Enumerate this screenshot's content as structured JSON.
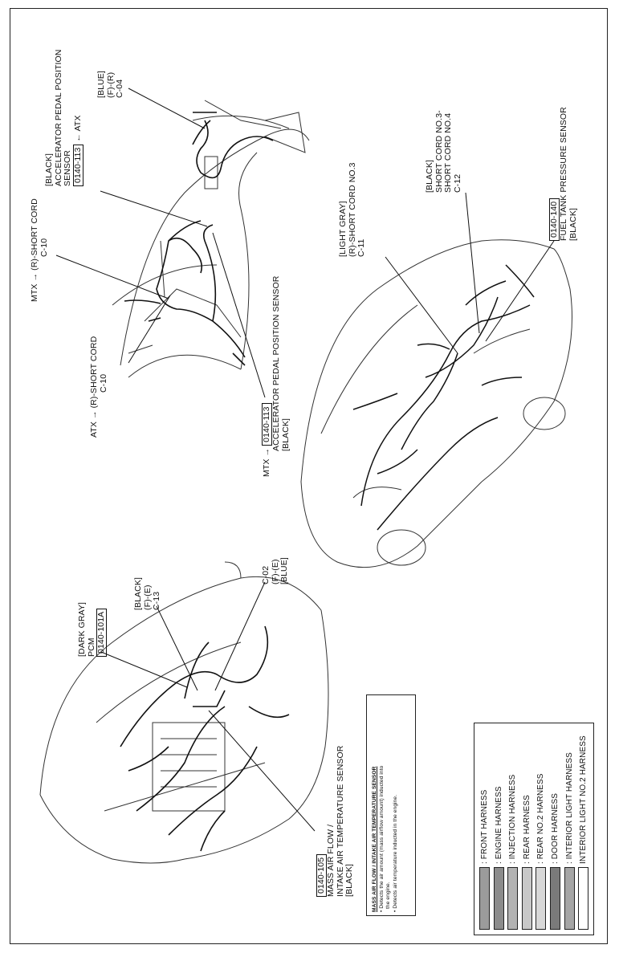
{
  "diagram": {
    "top_left": {
      "mtx_short_cord": "MTX → (R)-SHORT CORD",
      "mtx_short_cord_id": "C-10",
      "atx_short_cord": "ATX → (R)-SHORT CORD",
      "atx_short_cord_id": "C-10",
      "mtx_prefix": "MTX →",
      "app_sensor_mtx_code": "0140-113",
      "app_sensor_mtx_name": "ACCELERATOR PEDAL POSITION SENSOR",
      "app_sensor_mtx_color": "[BLACK]",
      "app_sensor_atx_color": "[BLACK]",
      "app_sensor_atx_name_1": "ACCELERATOR PEDAL POSITION",
      "app_sensor_atx_name_2": "SENSOR",
      "app_sensor_atx_code": "0140-113",
      "atx_suffix": "← ATX",
      "c04_color": "[BLUE]",
      "c04_pair": "(F)-(R)",
      "c04_id": "C-04"
    },
    "top_right": {
      "c11_color": "[LIGHT GRAY]",
      "c11_name": "(R)-SHORT CORD NO.3",
      "c11_id": "C-11",
      "c12_color": "[BLACK]",
      "c12_name_1": "SHORT CORD NO.3-",
      "c12_name_2": "SHORT CORD NO.4",
      "c12_id": "C-12",
      "fuel_code": "0140-140",
      "fuel_name": "FUEL TANK PRESSURE SENSOR",
      "fuel_color": "[BLACK]"
    },
    "bottom_left": {
      "pcm_color": "[DARK GRAY]",
      "pcm_name": "PCM",
      "pcm_code": "0140-101A",
      "c13_color": "[BLACK]",
      "c13_pair": "(F)-(E)",
      "c13_id": "C-13",
      "c02_id": "C-02",
      "c02_pair": "(F)-(E)",
      "c02_color": "[BLUE]",
      "maf_code": "0140-105",
      "maf_name_1": "MASS AIR FLOW /",
      "maf_name_2": "INTAKE AIR TEMPERATURE SENSOR",
      "maf_color": "[BLACK]"
    },
    "info_box": {
      "title": "MASS AIR FLOW / INTAKE AIR TEMPERATURE SENSOR",
      "line_1": "• Detects the air amount (mass airflow amount) inducted into",
      "line_2": "the engine.",
      "line_3": "• Detects air temperature inducted in the engine."
    },
    "legend": [
      {
        "label": ": FRONT HARNESS",
        "fill": "#9b9b9b"
      },
      {
        "label": ": ENGINE HARNESS",
        "fill": "#8c8c8c"
      },
      {
        "label": ": INJECTION HARNESS",
        "fill": "#b3b3b3"
      },
      {
        "label": ": REAR HARNESS",
        "fill": "#c8c8c8"
      },
      {
        "label": ": REAR NO.2 HARNESS",
        "fill": "#d8d8d8"
      },
      {
        "label": ": DOOR HARNESS",
        "fill": "#7a7a7a"
      },
      {
        "label": ": INTERIOR LIGHT HARNESS",
        "fill": "#a5a5a5"
      },
      {
        "label": "INTERIOR LIGHT NO.2 HARNESS",
        "fill": "#ffffff"
      }
    ]
  }
}
